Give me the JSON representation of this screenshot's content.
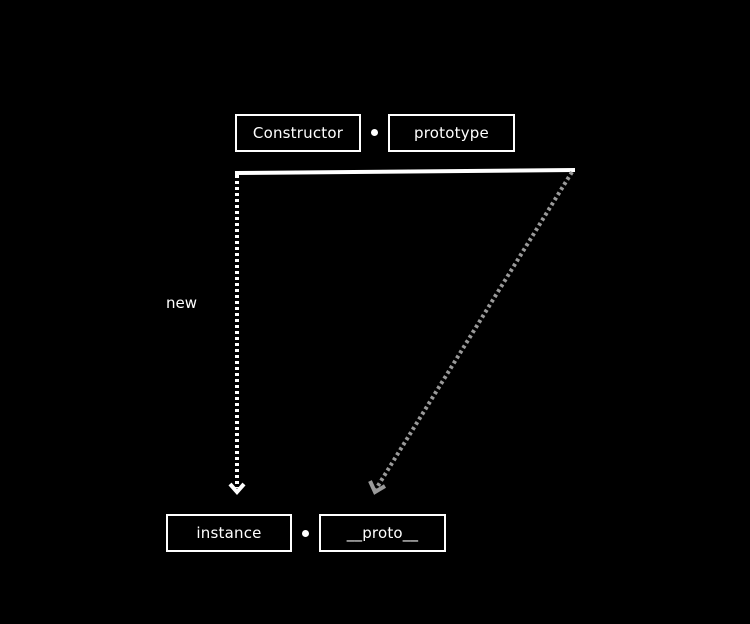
{
  "top": {
    "constructor_label": "Constructor",
    "prototype_label": "prototype"
  },
  "bottom": {
    "instance_label": "instance",
    "proto_label": "__proto__"
  },
  "edges": {
    "new_label": "new"
  },
  "colors": {
    "background": "#000000",
    "foreground": "#ffffff",
    "proto_arrow": "#9a9a9a"
  }
}
